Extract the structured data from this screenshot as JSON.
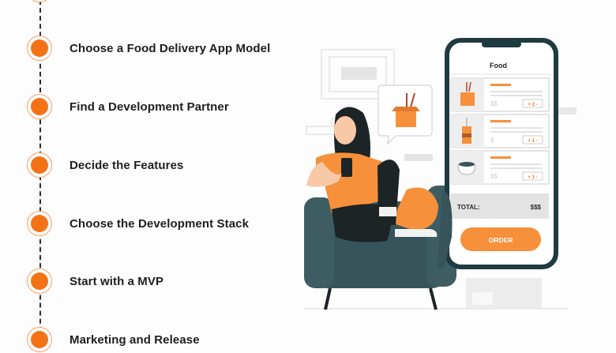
{
  "steps": [
    {
      "label": "Choose a Food Delivery App Model"
    },
    {
      "label": "Find a Development Partner"
    },
    {
      "label": "Decide the Features"
    },
    {
      "label": "Choose the Development Stack"
    },
    {
      "label": "Start with a MVP"
    },
    {
      "label": "Marketing and Release"
    }
  ],
  "phone": {
    "title": "Food",
    "items": [
      {
        "price": "$$",
        "qty": "+ 2 -"
      },
      {
        "price": "$",
        "qty": "+ 1 -"
      },
      {
        "price": "$$",
        "qty": "+ 1 -"
      }
    ],
    "total_label": "TOTAL:",
    "total_value": "$$$",
    "order_button": "ORDER"
  },
  "colors": {
    "accent": "#f47216",
    "illustration_orange": "#f7903a",
    "chair": "#37545a",
    "dark": "#1c2426"
  }
}
